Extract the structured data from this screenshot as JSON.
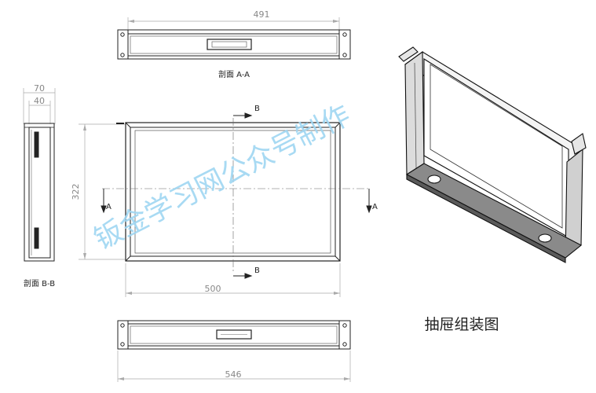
{
  "dimensions": {
    "top_width": "491",
    "side_outer": "70",
    "side_inner": "40",
    "height": "322",
    "front_width": "500",
    "bottom_width": "546"
  },
  "sections": {
    "aa_caption": "剖面 A-A",
    "bb_caption": "剖面 B-B",
    "a_marker": "A",
    "b_marker": "B"
  },
  "title": "抽屉组装图",
  "watermark": "钣金学习网公众号制作"
}
